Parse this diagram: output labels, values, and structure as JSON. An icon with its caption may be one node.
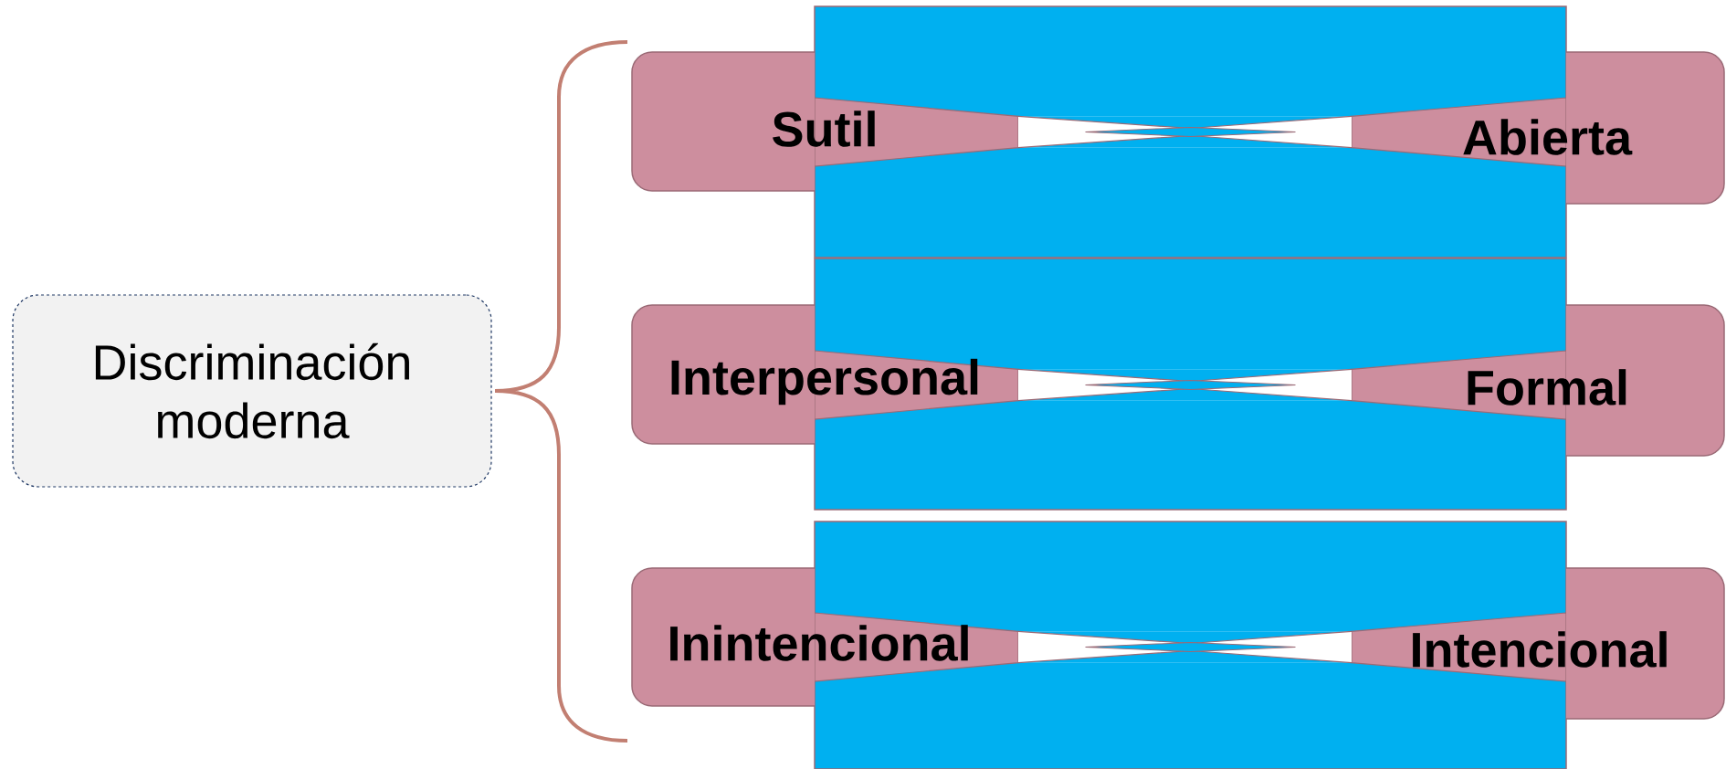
{
  "diagram": {
    "nodes": [
      {
        "text": [
          "Discriminación moderna"
        ]
      },
      {
        "text": [
          "Sutil"
        ]
      },
      {
        "text": [
          "Abierta"
        ]
      },
      {
        "text": [
          "Interpersonal"
        ]
      },
      {
        "text": [
          "Formal"
        ]
      },
      {
        "text": [
          "Inintencional"
        ]
      },
      {
        "text": [
          "Intencional"
        ]
      }
    ]
  }
}
